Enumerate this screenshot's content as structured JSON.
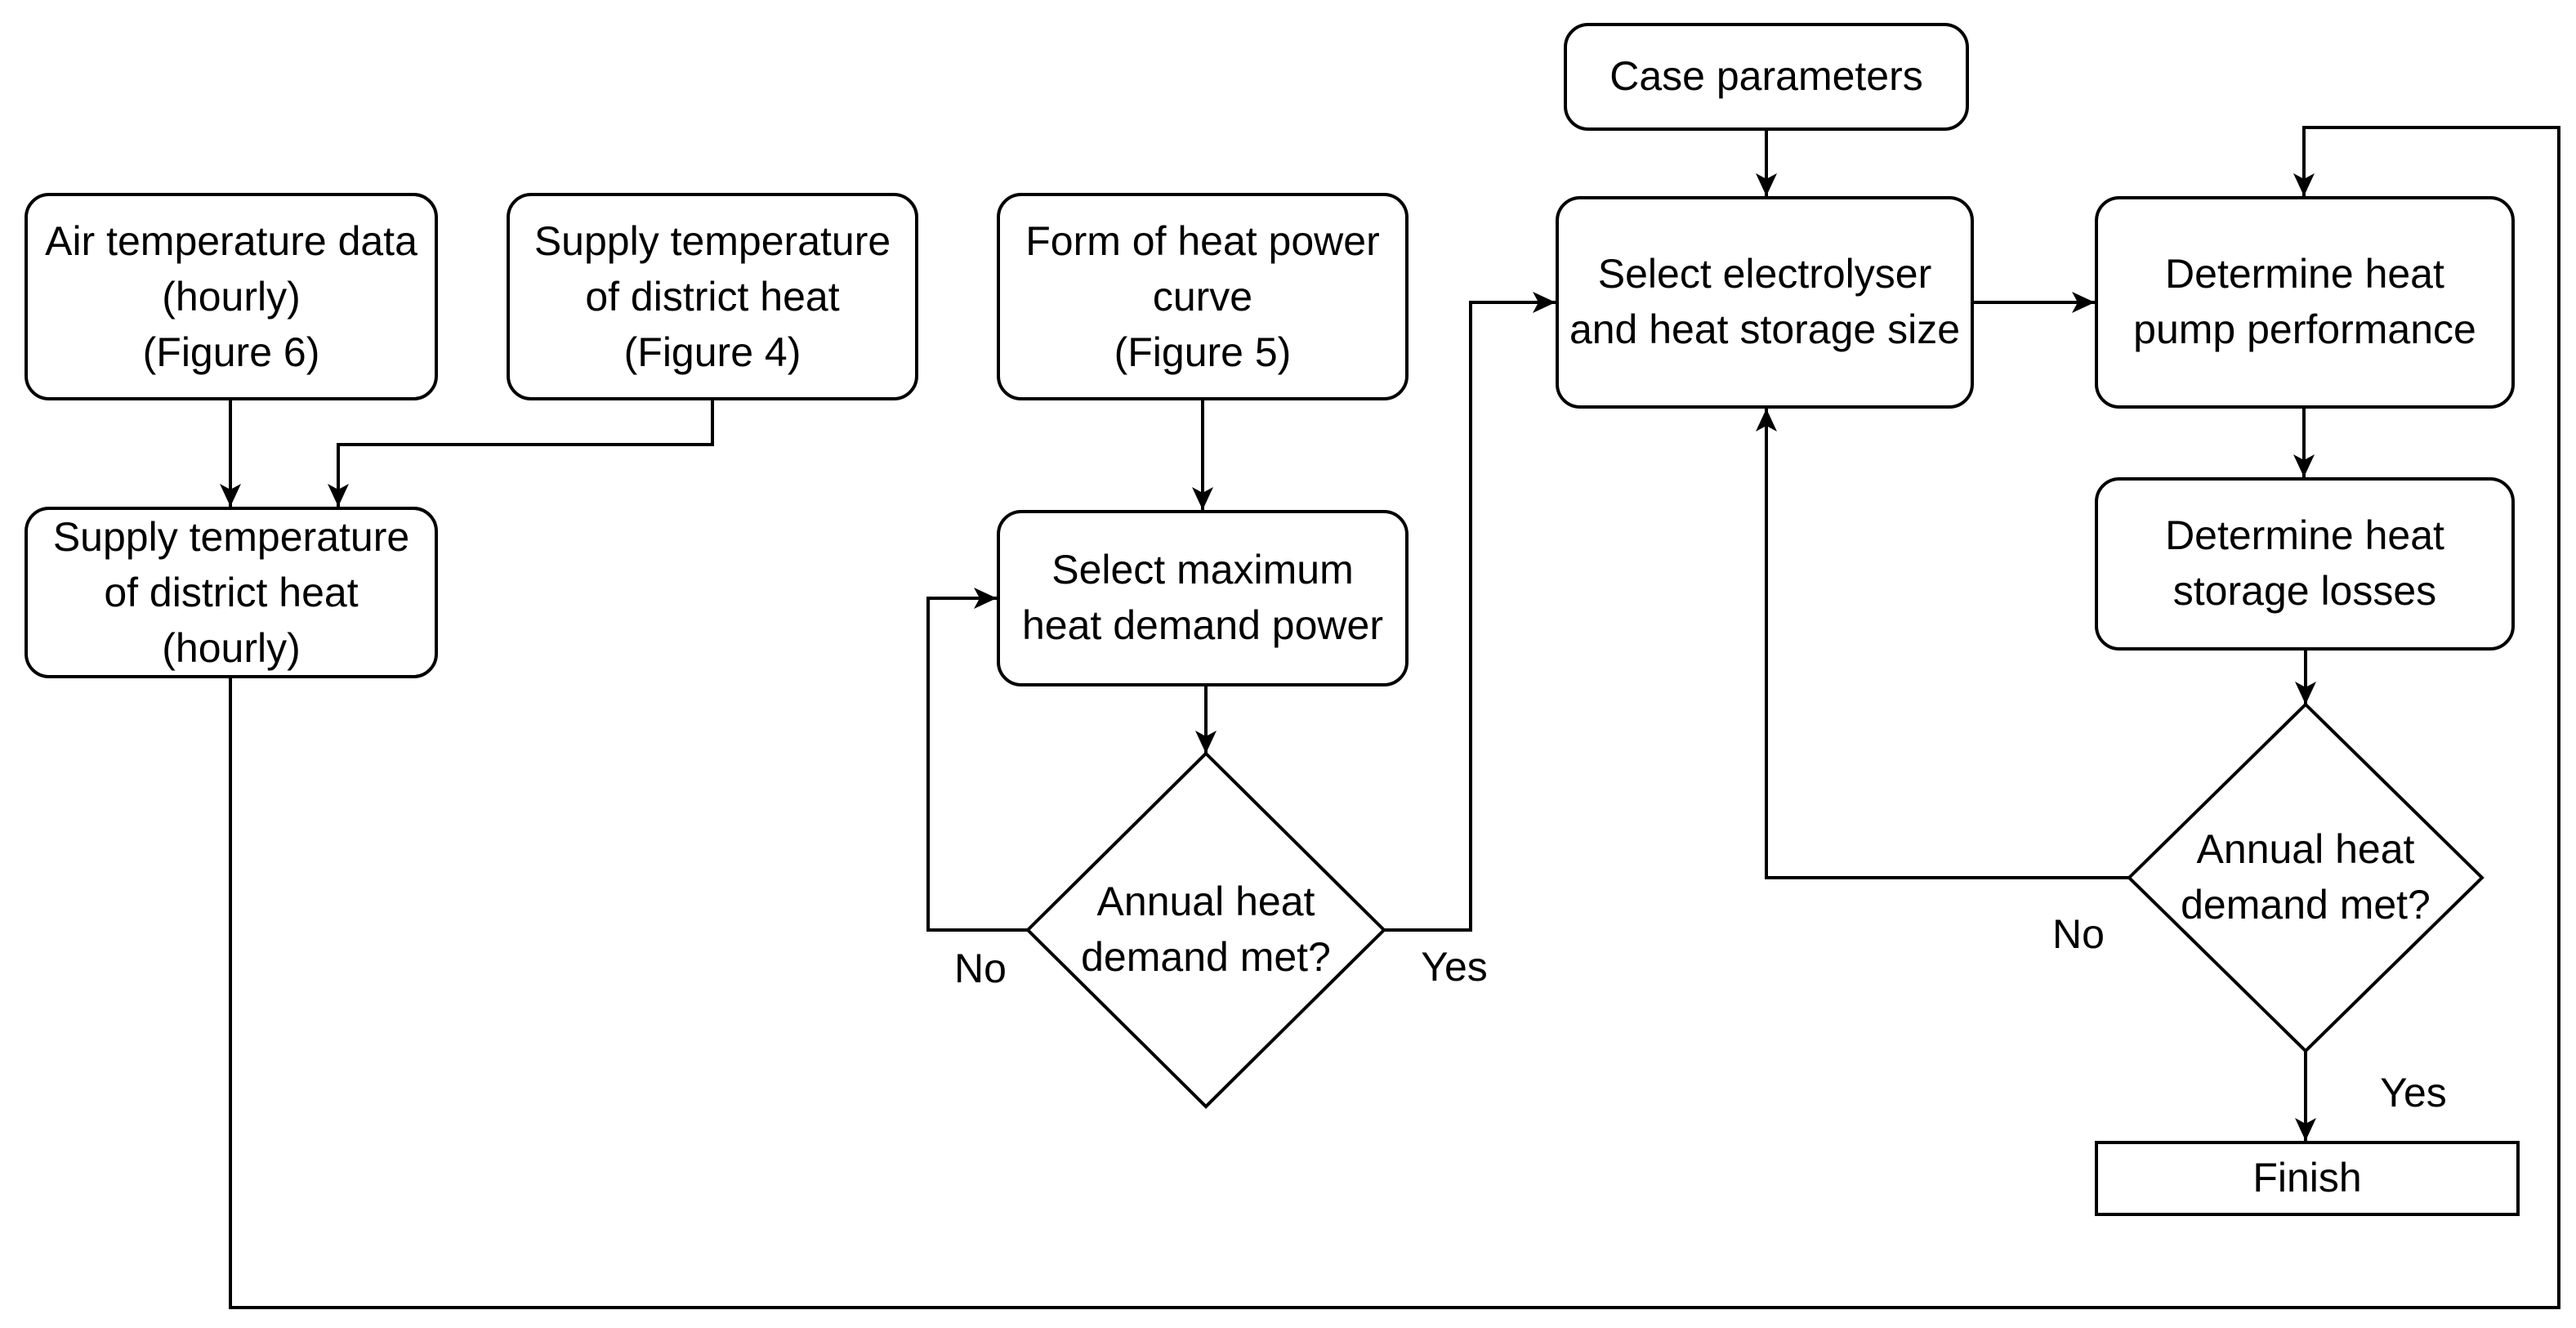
{
  "diagram": {
    "type": "flowchart",
    "colors": {
      "background": "#ffffff",
      "line": "#000000",
      "text": "#000000",
      "node_fill": "#ffffff"
    },
    "nodes": {
      "air_temperature_data": {
        "shape": "rounded-rect",
        "label": "Air temperature data\n(hourly)\n(Figure 6)"
      },
      "supply_temp_fig4": {
        "shape": "rounded-rect",
        "label": "Supply temperature\nof district heat\n(Figure 4)"
      },
      "form_of_heat_power_curve": {
        "shape": "rounded-rect",
        "label": "Form of heat power\ncurve\n(Figure 5)"
      },
      "case_parameters": {
        "shape": "rounded-rect",
        "label": "Case parameters"
      },
      "select_electrolyser": {
        "shape": "rounded-rect",
        "label": "Select electrolyser\nand heat storage size"
      },
      "determine_heat_pump_performance": {
        "shape": "rounded-rect",
        "label": "Determine heat\npump performance"
      },
      "supply_temp_hourly": {
        "shape": "rounded-rect",
        "label": "Supply temperature\nof district heat\n(hourly)"
      },
      "select_max_heat_demand_power": {
        "shape": "rounded-rect",
        "label": "Select maximum\nheat demand power"
      },
      "determine_heat_storage_losses": {
        "shape": "rounded-rect",
        "label": "Determine heat\nstorage losses"
      },
      "annual_heat_demand_met_1": {
        "shape": "diamond",
        "label": "Annual heat\ndemand met?"
      },
      "annual_heat_demand_met_2": {
        "shape": "diamond",
        "label": "Annual heat\ndemand met?"
      },
      "finish": {
        "shape": "rect",
        "label": "Finish"
      }
    },
    "edge_labels": {
      "no_1": "No",
      "yes_1": "Yes",
      "no_2": "No",
      "yes_2": "Yes"
    }
  }
}
